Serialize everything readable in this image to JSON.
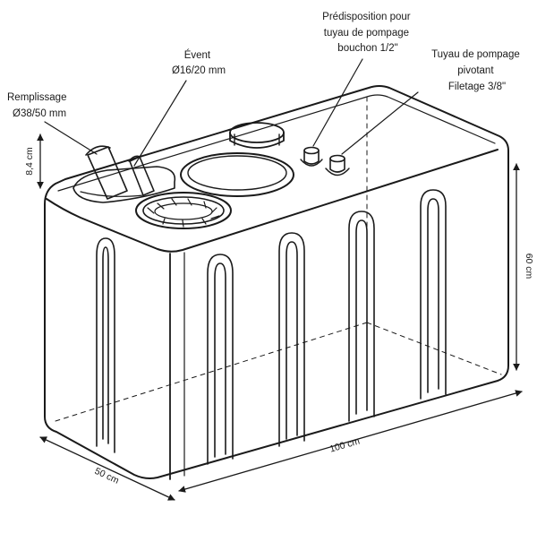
{
  "callouts": {
    "remplissage": [
      "Remplissage",
      "Ø38/50 mm"
    ],
    "event": [
      "Évent",
      "Ø16/20 mm"
    ],
    "predisposition": [
      "Prédisposition pour",
      "tuyau de pompage",
      "bouchon 1/2\""
    ],
    "tuyau": [
      "Tuyau de pompage",
      "pivotant",
      "Filetage 3/8\""
    ]
  },
  "dimensions": {
    "height_neck": "8,4 cm",
    "height": "60 cm",
    "length": "100 cm",
    "width": "50 cm"
  },
  "colors": {
    "line": "#1a1a1a",
    "background": "#ffffff"
  }
}
